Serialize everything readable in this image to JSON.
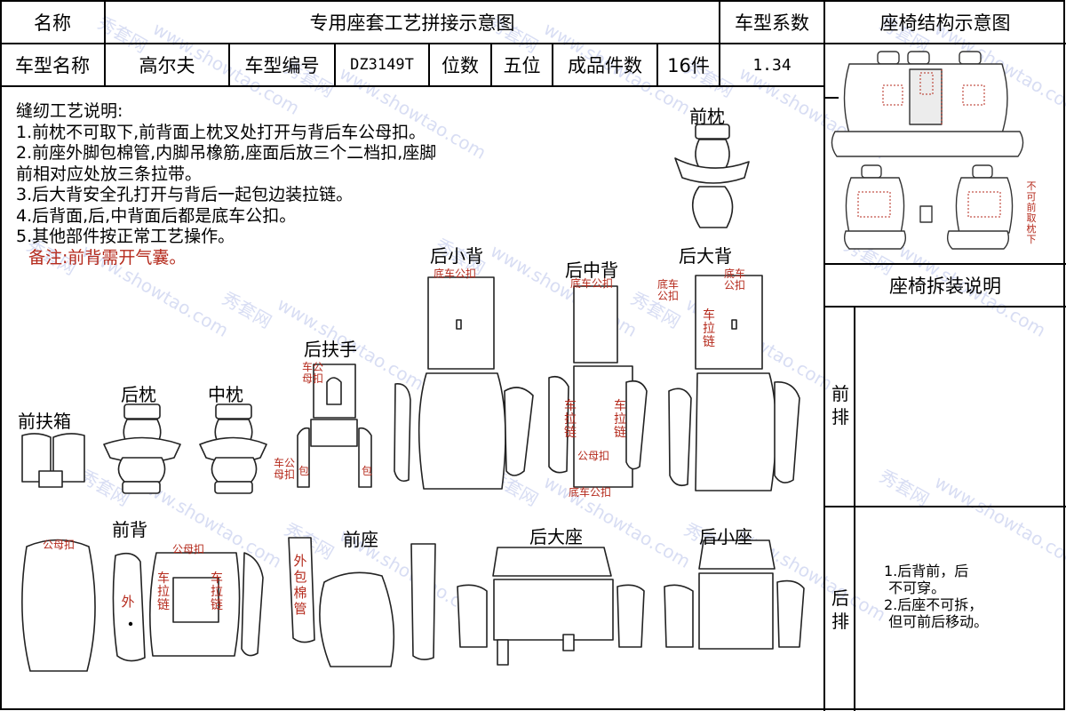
{
  "header": {
    "name_label": "名称",
    "title": "专用座套工艺拼接示意图",
    "coef_label": "车型系数",
    "structure_title": "座椅结构示意图",
    "model_name_label": "车型名称",
    "model_name": "高尔夫",
    "model_code_label": "车型编号",
    "model_code": "DZ3149T",
    "seats_label": "位数",
    "seats": "五位",
    "pieces_label": "成品件数",
    "pieces": "16件",
    "coef": "1.34"
  },
  "notes": {
    "heading": "缝纫工艺说明:",
    "lines": [
      "1.前枕不可取下,前背面上枕叉处打开与背后车公母扣。",
      "2.前座外脚包棉管,内脚吊橡筋,座面后放三个二档扣,座脚",
      "前相对应处放三条拉带。",
      "3.后大背安全孔打开与背后一起包边装拉链。",
      "4.后背面,后,中背面后都是底车公扣。",
      "5.其他部件按正常工艺操作。"
    ],
    "remark": "备注:前背需开气囊。"
  },
  "pieces": {
    "front_headrest": "前枕",
    "rear_small_back": "后小背",
    "rear_mid_back": "后中背",
    "rear_big_back": "后大背",
    "rear_armrest": "后扶手",
    "front_armbox": "前扶箱",
    "rear_headrest": "后枕",
    "mid_headrest": "中枕",
    "front_back": "前背",
    "front_seat": "前座",
    "rear_big_seat": "后大座",
    "rear_small_seat": "后小座"
  },
  "marks": {
    "bottom_male": "底车公扣",
    "bottom_male_stacked": "底车公扣",
    "zipper": "车拉链",
    "male_female": "公母扣",
    "car_male_female": "车公母扣",
    "wrap": "包",
    "outer": "外",
    "outer_wrap_pipe": "外包棉管",
    "no_remove_headrest": "不可前取枕下"
  },
  "right_panel": {
    "disassembly_title": "座椅拆装说明",
    "front_row": "前排",
    "rear_row": "后排",
    "rear_notes": "1.后背前，后\n 不可穿。\n2.后座不可拆，\n 但可前后移动。"
  },
  "watermark": {
    "cn": "秀套网",
    "url": "www.showtao.com"
  }
}
